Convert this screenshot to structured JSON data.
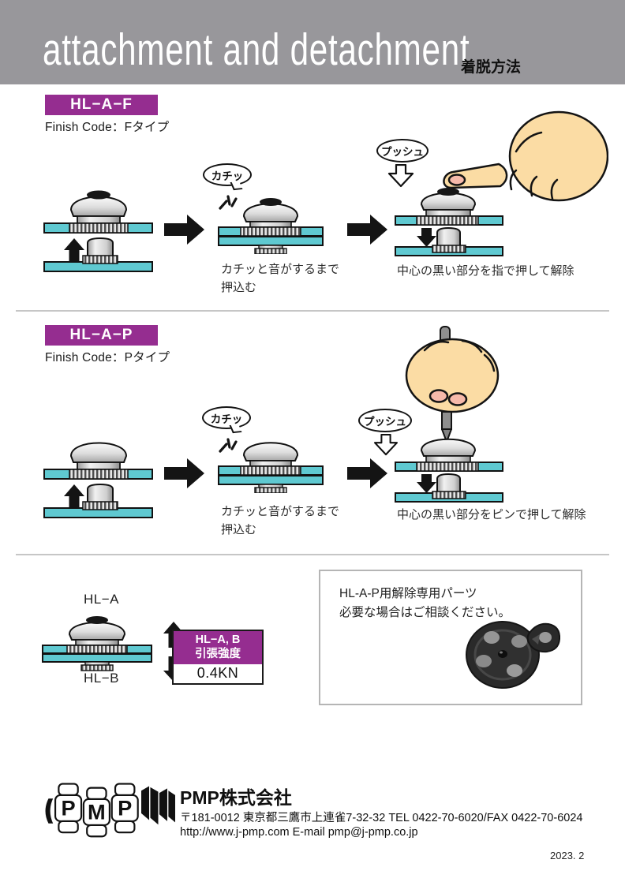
{
  "header": {
    "title": "attachment and detachment",
    "subtitle": "着脱方法"
  },
  "sections": [
    {
      "badge": "HL−A−F",
      "finish_code": "Finish Code：Fタイプ",
      "sound_bubble": "カチッ",
      "push_bubble": "プッシュ",
      "push_in_caption_line1": "カチッと音がするまで",
      "push_in_caption_line2": "押込む",
      "release_caption": "中心の黒い部分を指で押して解除"
    },
    {
      "badge": "HL−A−P",
      "finish_code": "Finish Code：Pタイプ",
      "sound_bubble": "カチッ",
      "push_bubble": "プッシュ",
      "push_in_caption_line1": "カチッと音がするまで",
      "push_in_caption_line2": "押込む",
      "release_caption": "中心の黒い部分をピンで押して解除"
    }
  ],
  "strength_section": {
    "top_label": "HL−A",
    "bottom_label": "HL−B",
    "table": {
      "header_line1": "HL−A, B",
      "header_line2": "引張強度",
      "value": "0.4KN"
    }
  },
  "release_part_box": {
    "line1": "HL-A-P用解除専用パーツ",
    "line2": "必要な場合はご相談ください。"
  },
  "footer": {
    "logo_letters": [
      "P",
      "M",
      "P"
    ],
    "company": "PMP株式会社",
    "address": "〒181-0012 東京都三鷹市上連雀7-32-32  TEL 0422-70-6020/FAX 0422-70-6024",
    "web_email": "http://www.j-pmp.com   E-mail pmp@j-pmp.co.jp",
    "date": "2023. 2"
  },
  "colors": {
    "accent_purple": "#952d90",
    "header_gray": "#98979b",
    "plate_teal": "#5fc9d1"
  }
}
